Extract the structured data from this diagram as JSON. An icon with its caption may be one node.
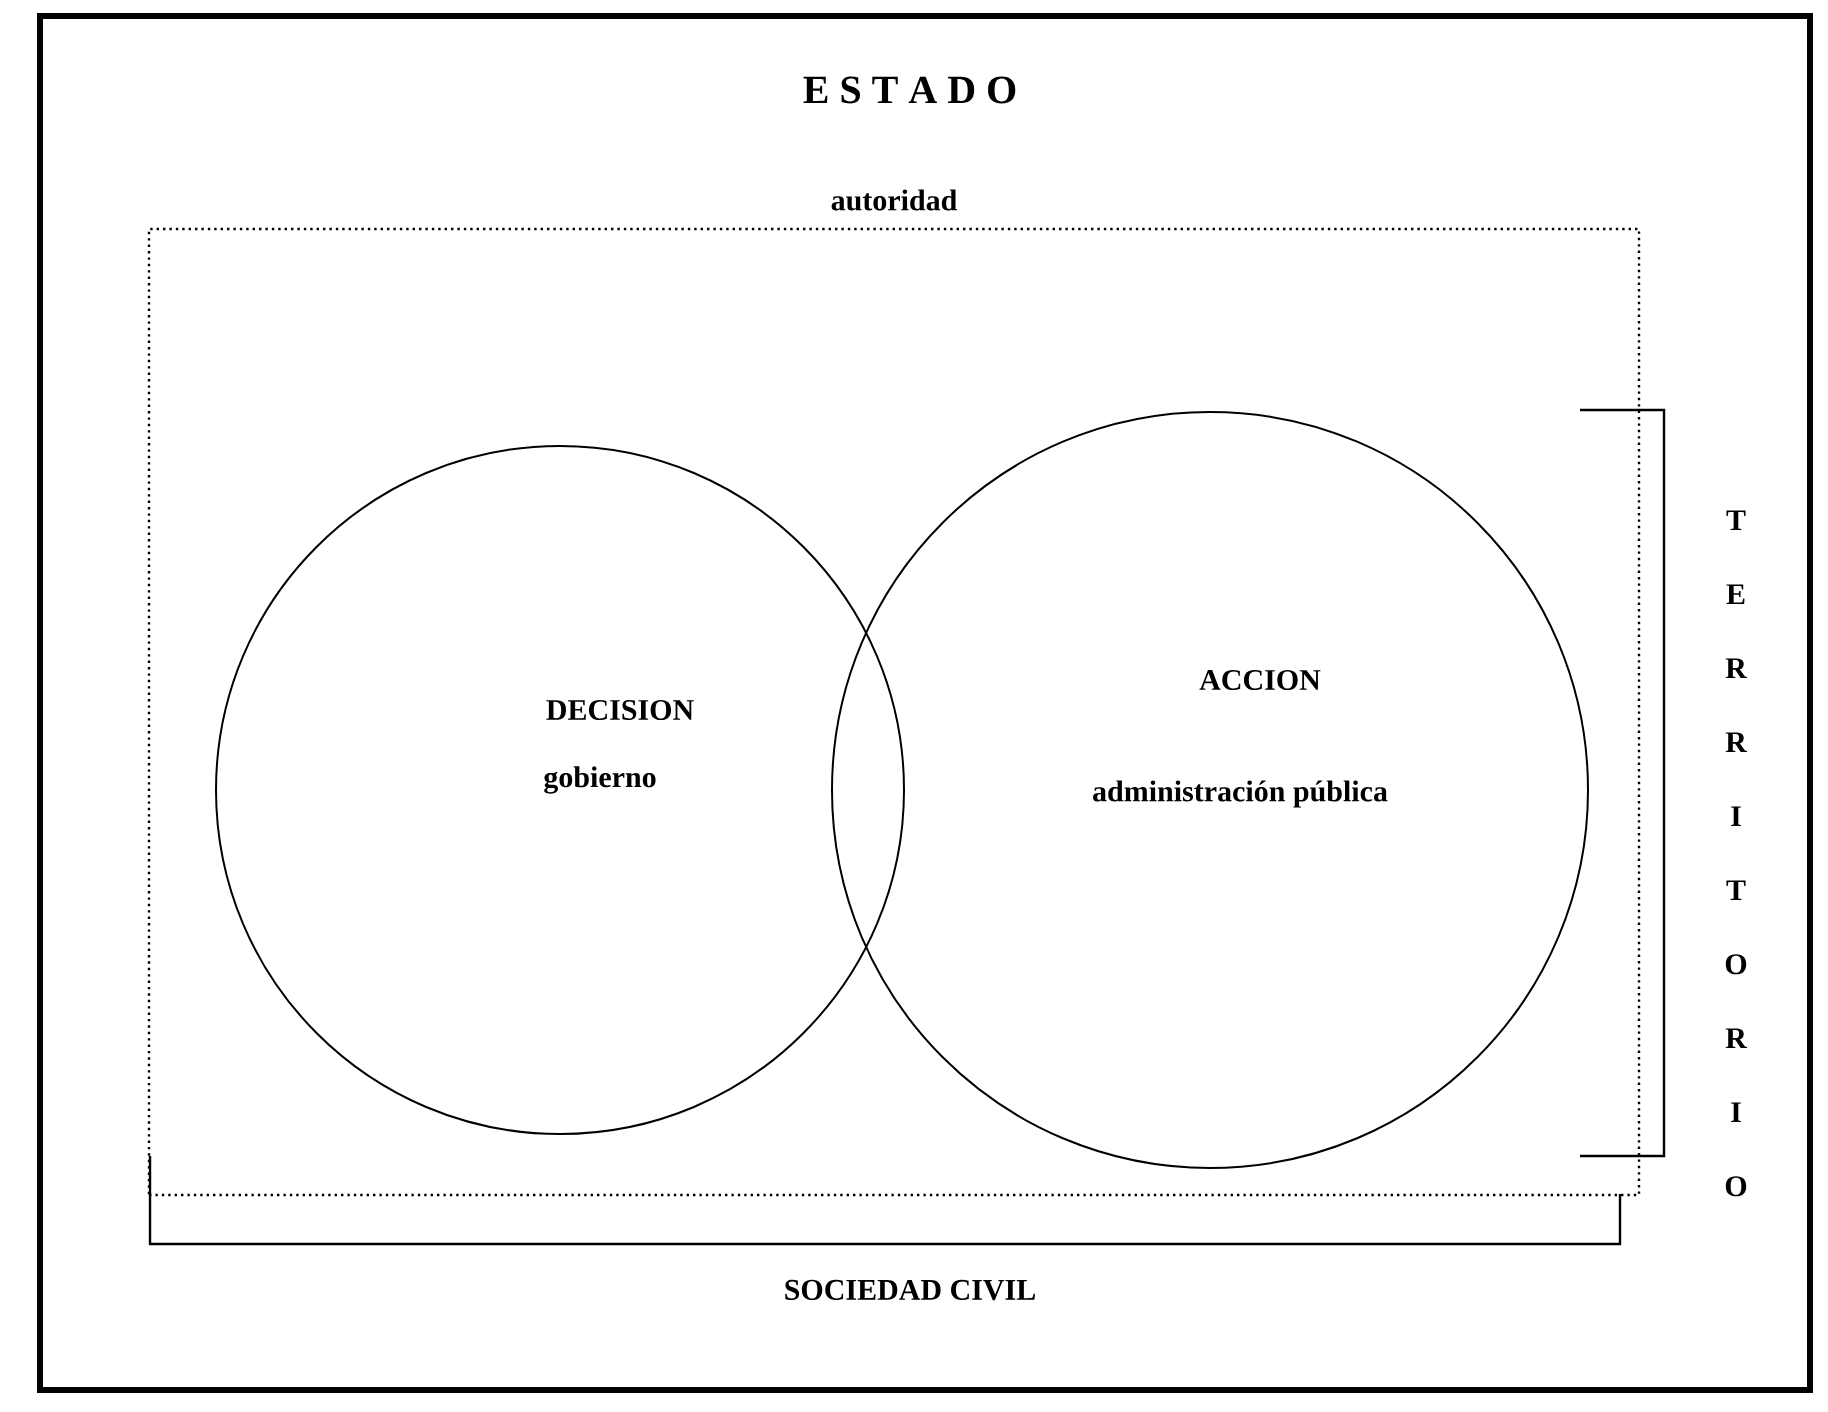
{
  "diagram": {
    "title": "E S T A D O",
    "nodes": [
      {
        "text": [
          "autoridad"
        ]
      },
      {
        "text": [
          "DECISION",
          "gobierno"
        ],
        "in": 0
      },
      {
        "text": [
          "ACCION",
          "administración pública"
        ],
        "in": 0
      }
    ],
    "labels": [
      "TERRITORIO",
      "SOCIEDAD CIVIL"
    ]
  }
}
